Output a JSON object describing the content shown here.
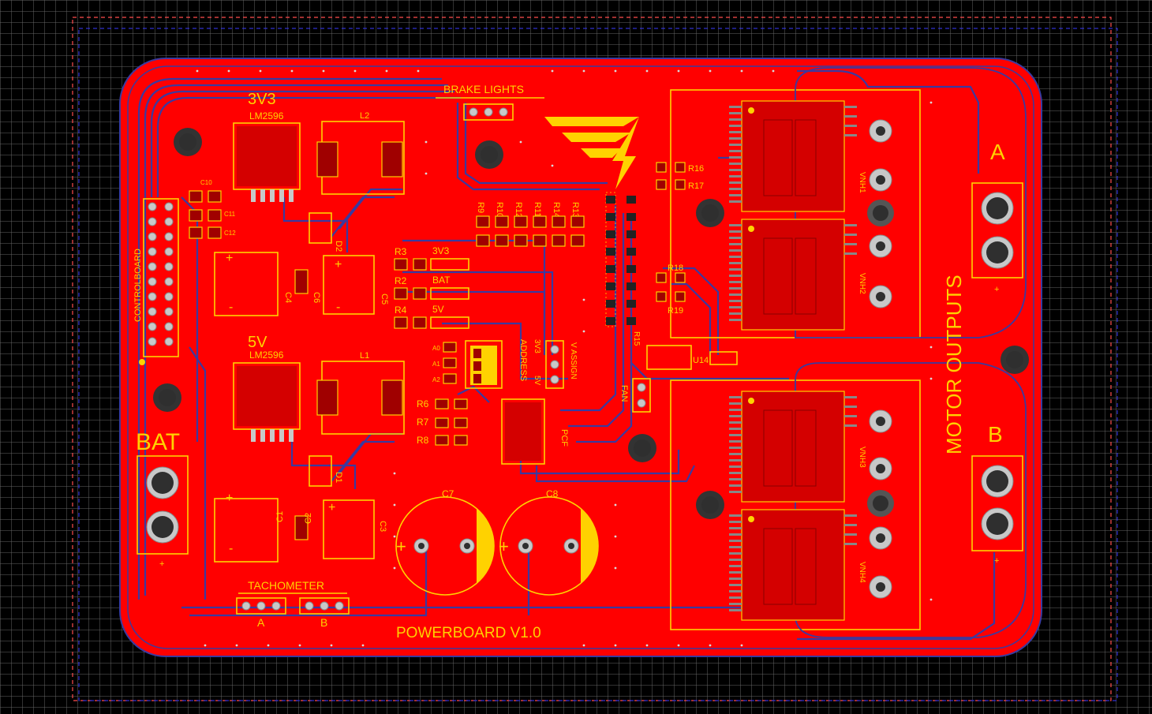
{
  "board": {
    "title": "POWERBOARD V1.0",
    "colors": {
      "copper": "#ff0000",
      "silkscreen": "#ffd200",
      "trace": "#3a3aa0",
      "outline": "#ff4d4d",
      "background": "#000000"
    },
    "sections": {
      "reg_3v3": "3V3",
      "reg_5v": "5V",
      "regulator_part": "LM2596",
      "bat": "BAT",
      "motor_outputs": "MOTOR OUTPUTS",
      "motor_a": "A",
      "motor_b": "B",
      "brake_lights": "BRAKE LIGHTS",
      "tachometer": "TACHOMETER",
      "tach_a": "A",
      "tach_b": "B",
      "controlboard": "CONTROLBOARD",
      "address": "ADDRESS",
      "v_assign": "V ASSIGN",
      "fan": "FAN",
      "pcf": "PCF",
      "sel_3v3": "3V3",
      "sel_bat": "BAT",
      "sel_5v": "5V",
      "plus": "+",
      "minus": "-"
    },
    "refdes": {
      "l1": "L1",
      "l2": "L2",
      "d1": "D1",
      "d2": "D2",
      "c1": "C1",
      "c2": "C2",
      "c3": "C3",
      "c4": "C4",
      "c5": "C5",
      "c6": "C6",
      "c7": "C7",
      "c8": "C8",
      "c10": "C10",
      "c11": "C11",
      "c12": "C12",
      "r2": "R2",
      "r3": "R3",
      "r4": "R4",
      "r6": "R6",
      "r7": "R7",
      "r8": "R8",
      "r9": "R9",
      "r10": "R10",
      "r11": "R11",
      "r12": "R12",
      "r13": "R13",
      "r14": "R14",
      "r15": "R15",
      "r16": "R16",
      "r17": "R17",
      "r18": "R18",
      "r19": "R19",
      "u14": "U14",
      "a0": "A0",
      "a1": "A1",
      "a2": "A2",
      "vnh1": "VNH1",
      "vnh2": "VNH2",
      "vnh3": "VNH3",
      "vnh4": "VNH4"
    }
  }
}
